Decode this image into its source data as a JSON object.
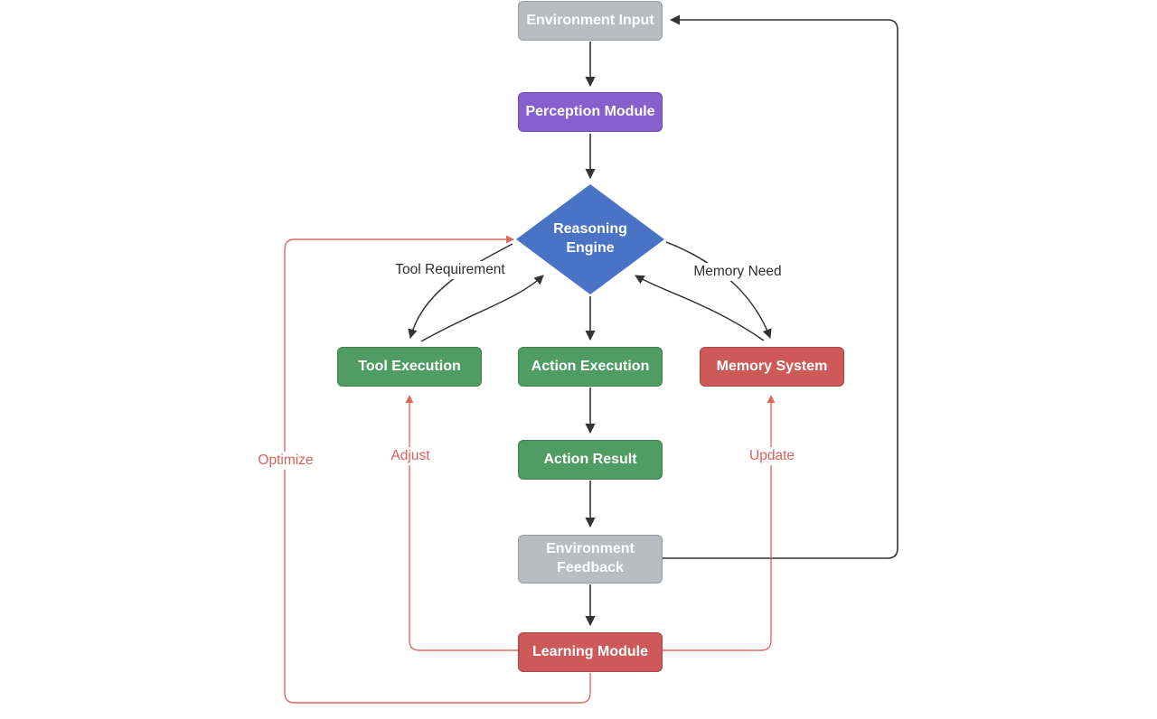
{
  "diagram": {
    "type": "flowchart",
    "nodes": [
      {
        "id": "environment-input",
        "label": "Environment Input",
        "shape": "rect",
        "color": "#b9bdc1"
      },
      {
        "id": "perception-module",
        "label": "Perception Module",
        "shape": "rect",
        "color": "#8660cc"
      },
      {
        "id": "reasoning-engine",
        "label": "Reasoning Engine",
        "shape": "diamond",
        "color": "#4a73c6"
      },
      {
        "id": "tool-execution",
        "label": "Tool Execution",
        "shape": "rect",
        "color": "#4f9d63"
      },
      {
        "id": "action-execution",
        "label": "Action Execution",
        "shape": "rect",
        "color": "#4f9d63"
      },
      {
        "id": "memory-system",
        "label": "Memory System",
        "shape": "rect",
        "color": "#cd5a58"
      },
      {
        "id": "action-result",
        "label": "Action Result",
        "shape": "rect",
        "color": "#4f9d63"
      },
      {
        "id": "environment-feedback",
        "label": "Environment Feedback",
        "shape": "rect",
        "color": "#b9bdc1"
      },
      {
        "id": "learning-module",
        "label": "Learning Module",
        "shape": "rect",
        "color": "#cd5a58"
      }
    ],
    "edge_labels": {
      "tool_requirement": "Tool Requirement",
      "memory_need": "Memory Need",
      "optimize": "Optimize",
      "adjust": "Adjust",
      "update": "Update"
    },
    "edges": [
      {
        "from": "environment-input",
        "to": "perception-module",
        "color": "black",
        "style": "straight"
      },
      {
        "from": "perception-module",
        "to": "reasoning-engine",
        "color": "black",
        "style": "straight"
      },
      {
        "from": "reasoning-engine",
        "to": "tool-execution",
        "color": "black",
        "style": "curved",
        "label": "Tool Requirement"
      },
      {
        "from": "tool-execution",
        "to": "reasoning-engine",
        "color": "black",
        "style": "curved"
      },
      {
        "from": "reasoning-engine",
        "to": "memory-system",
        "color": "black",
        "style": "curved",
        "label": "Memory Need"
      },
      {
        "from": "memory-system",
        "to": "reasoning-engine",
        "color": "black",
        "style": "curved"
      },
      {
        "from": "reasoning-engine",
        "to": "action-execution",
        "color": "black",
        "style": "straight"
      },
      {
        "from": "action-execution",
        "to": "action-result",
        "color": "black",
        "style": "straight"
      },
      {
        "from": "action-result",
        "to": "environment-feedback",
        "color": "black",
        "style": "straight"
      },
      {
        "from": "environment-feedback",
        "to": "learning-module",
        "color": "black",
        "style": "straight"
      },
      {
        "from": "environment-feedback",
        "to": "environment-input",
        "color": "black",
        "style": "orthogonal-loop"
      },
      {
        "from": "learning-module",
        "to": "tool-execution",
        "color": "red",
        "style": "orthogonal",
        "label": "Adjust"
      },
      {
        "from": "learning-module",
        "to": "memory-system",
        "color": "red",
        "style": "orthogonal",
        "label": "Update"
      },
      {
        "from": "learning-module",
        "to": "reasoning-engine",
        "color": "red",
        "style": "orthogonal-loop",
        "label": "Optimize"
      }
    ],
    "colors": {
      "node_gray": "#b9bdc1",
      "node_purple": "#8660cc",
      "node_blue": "#4a73c6",
      "node_green": "#4f9d63",
      "node_red": "#cd5a58",
      "edge_black": "#333333",
      "edge_red": "#de6a60",
      "edge_label_red": "#d9605a",
      "node_text": "#ffffff",
      "background": "#ffffff"
    }
  }
}
